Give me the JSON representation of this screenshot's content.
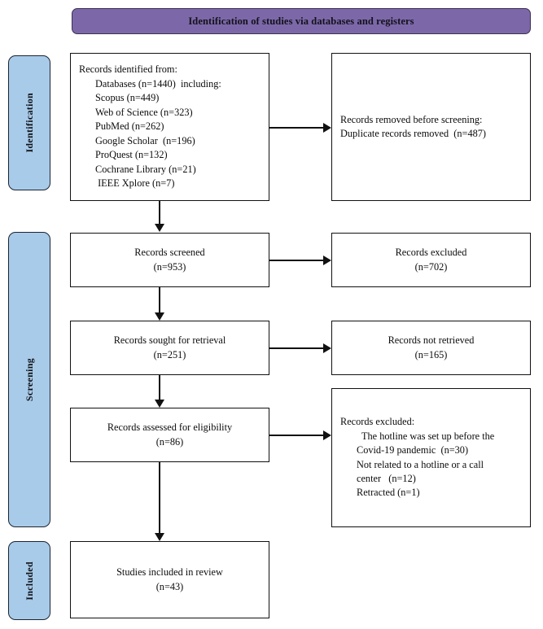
{
  "header": {
    "title": "Identification of studies via databases and registers",
    "bar_color": "#7c68a8"
  },
  "phases": {
    "tab_color": "#a9cbea",
    "identification": "Identification",
    "screening": "Screening",
    "included": "Included"
  },
  "boxes": {
    "identified": {
      "lines": [
        "Records identified from:",
        "Databases (n=1440)  including:",
        "Scopus (n=449)",
        "Web of Science (n=323)",
        "PubMed (n=262)",
        "Google Scholar  (n=196)",
        "ProQuest (n=132)",
        "Cochrane Library (n=21)",
        " IEEE Xplore (n=7)"
      ]
    },
    "removed": {
      "lines": [
        "Records removed before screening:",
        "Duplicate records removed  (n=487)"
      ]
    },
    "screened": {
      "line1": "Records screened",
      "line2": "(n=953)"
    },
    "excluded1": {
      "line1": "Records excluded",
      "line2": "(n=702)"
    },
    "retrieval": {
      "line1": "Records sought for retrieval",
      "line2": "(n=251)"
    },
    "not_retrieved": {
      "line1": "Records not retrieved",
      "line2": "(n=165)"
    },
    "eligibility": {
      "line1": "Records assessed for eligibility",
      "line2": "(n=86)"
    },
    "excluded2": {
      "heading": "Records excluded:",
      "reasons": [
        "The hotline was set up before the",
        "Covid-19 pandemic  (n=30)",
        "Not related to a hotline or a call",
        "center   (n=12)",
        "Retracted (n=1)"
      ]
    },
    "included": {
      "line1": "Studies included in review",
      "line2": "(n=43)"
    }
  }
}
